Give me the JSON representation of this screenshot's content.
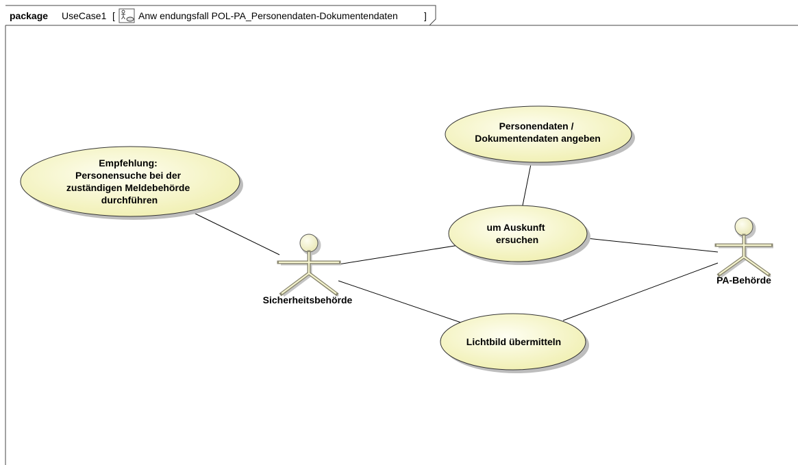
{
  "header": {
    "keyword": "package",
    "name": "UseCase1",
    "open_bracket": "[",
    "diagram_name": "Anw endungsfall POL-PA_Personendaten-Dokumentendaten",
    "close_bracket": "]",
    "icon": "use-case-diagram-icon"
  },
  "colors": {
    "usecase_fill_light": "#fefef2",
    "usecase_fill_dark": "#f0efb0",
    "usecase_stroke": "#333333",
    "actor_fill": "#f6f5cf",
    "actor_stroke": "#8a8770",
    "shadow": "#bdbdbd",
    "line": "#000000"
  },
  "actors": {
    "sicherheitsbehoerde": {
      "label": "Sicherheitsbehörde"
    },
    "pa_behoerde": {
      "label": "PA-Behörde"
    }
  },
  "usecases": {
    "empfehlung": {
      "lines": [
        "Empfehlung:",
        "Personensuche bei der",
        "zuständigen Meldebehörde",
        "durchführen"
      ]
    },
    "personendaten": {
      "lines": [
        "Personendaten /",
        "Dokumentendaten angeben"
      ]
    },
    "auskunft": {
      "lines": [
        "um Auskunft",
        "ersuchen"
      ]
    },
    "lichtbild": {
      "lines": [
        "Lichtbild übermitteln"
      ]
    }
  }
}
